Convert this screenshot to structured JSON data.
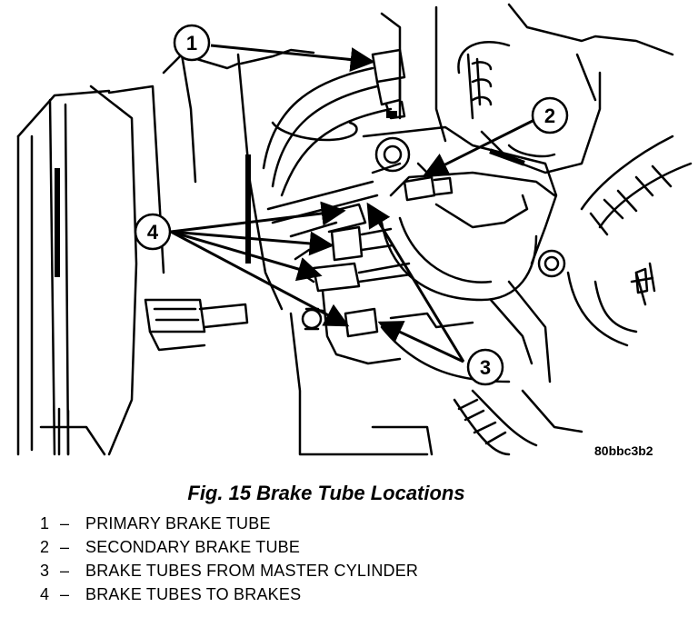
{
  "figure": {
    "image_code": "80bbc3b2",
    "title": "Fig. 15 Brake Tube Locations"
  },
  "callouts": [
    {
      "num": "1"
    },
    {
      "num": "2"
    },
    {
      "num": "3"
    },
    {
      "num": "4"
    }
  ],
  "legend": [
    {
      "num": "1",
      "dash": "–",
      "text": "PRIMARY BRAKE TUBE"
    },
    {
      "num": "2",
      "dash": "–",
      "text": "SECONDARY BRAKE TUBE"
    },
    {
      "num": "3",
      "dash": "–",
      "text": "BRAKE TUBES FROM MASTER CYLINDER"
    },
    {
      "num": "4",
      "dash": "–",
      "text": "BRAKE TUBES TO BRAKES"
    }
  ]
}
